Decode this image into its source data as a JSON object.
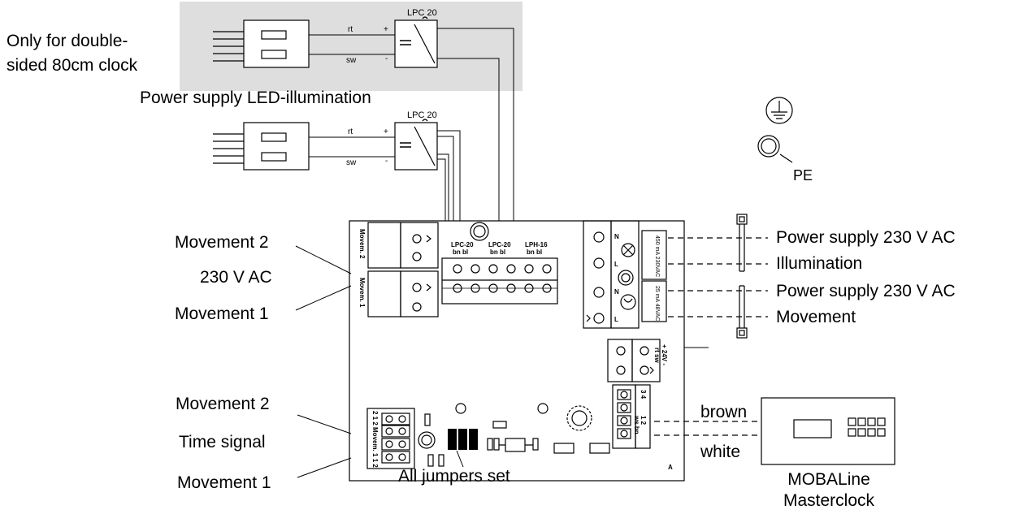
{
  "labels": {
    "double_sided": "Only for double-",
    "double_sided_2": "sided 80cm clock",
    "power_led": "Power supply LED-illumination",
    "pe": "PE",
    "movement2_top": "Movement 2",
    "ac230": "230 V AC",
    "movement1_top": "Movement 1",
    "movement2_bottom": "Movement 2",
    "time_signal": "Time signal",
    "movement1_bottom": "Movement 1",
    "all_jumpers": "All jumpers set",
    "ps230_1": "Power supply 230 V AC",
    "illumination": "Illumination",
    "ps230_2": "Power supply 230 V AC",
    "movement": "Movement",
    "brown": "brown",
    "white": "white",
    "mobaline": "MOBALine",
    "masterclock": "Masterclock"
  },
  "supply_units": {
    "top": {
      "name": "LPC 20",
      "plus_wire": "rt",
      "minus_wire": "sw",
      "plus": "+",
      "minus": "-"
    },
    "bottom": {
      "name": "LPC 20",
      "plus_wire": "rt",
      "minus_wire": "sw",
      "plus": "+",
      "minus": "-"
    }
  },
  "board": {
    "movem2": "Movem. 2",
    "movem1": "Movem. 1",
    "term_lpc20_a": "LPC-20",
    "term_lpc20_b": "LPC-20",
    "term_lph16": "LPH-16",
    "bn_bl_a": "bn  bl",
    "bn_bl_b": "bn  bl",
    "bn_bl_c": "bn  bl",
    "n1": "N",
    "l1": "L",
    "n2": "N",
    "l2": "L",
    "fuse_top": "450 mA 230VAC",
    "fuse_bottom": "25 mA 48VAC",
    "dc24": "+ 24V -",
    "rt_sw": "rt  sw",
    "sig_nums": "3  4",
    "sig_nums2": "1  2",
    "sig_colors": "ws bn",
    "movem_small": "2  1  2   Movem.  1  1  2",
    "corner_mark": "A"
  },
  "colors": {
    "line": "#000000",
    "shade": "#dedede"
  }
}
